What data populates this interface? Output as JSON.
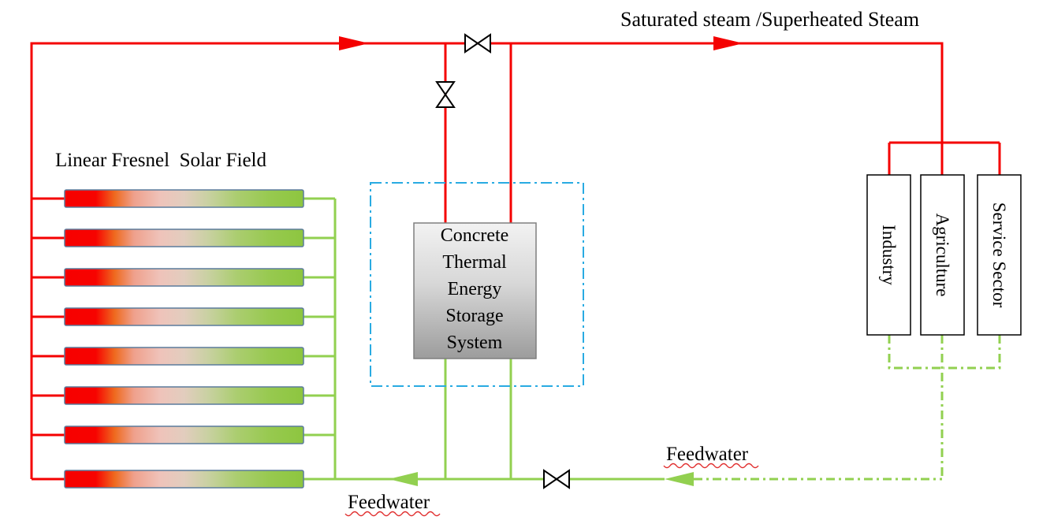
{
  "diagram": {
    "title": "Saturated steam /Superheated Steam",
    "solar_field_label": "Linear Fresnel  Solar Field",
    "feedwater_label_left": "Feedwater",
    "feedwater_label_right": "Feedwater",
    "storage_unit_lines": [
      "Concrete",
      "Thermal",
      "Energy",
      "Storage",
      "System"
    ],
    "sectors": [
      "Industry",
      "Agriculture",
      "Service Sector"
    ],
    "collector_count": 8
  },
  "icons": {
    "valve": "bowtie-valve",
    "steam_flow": "right-arrow",
    "feedwater_flow": "left-arrow"
  },
  "colors": {
    "steam": "#f40000",
    "feedwater": "#92d050",
    "boundary": "#29abe2",
    "squiggle": "#e02b2b"
  }
}
